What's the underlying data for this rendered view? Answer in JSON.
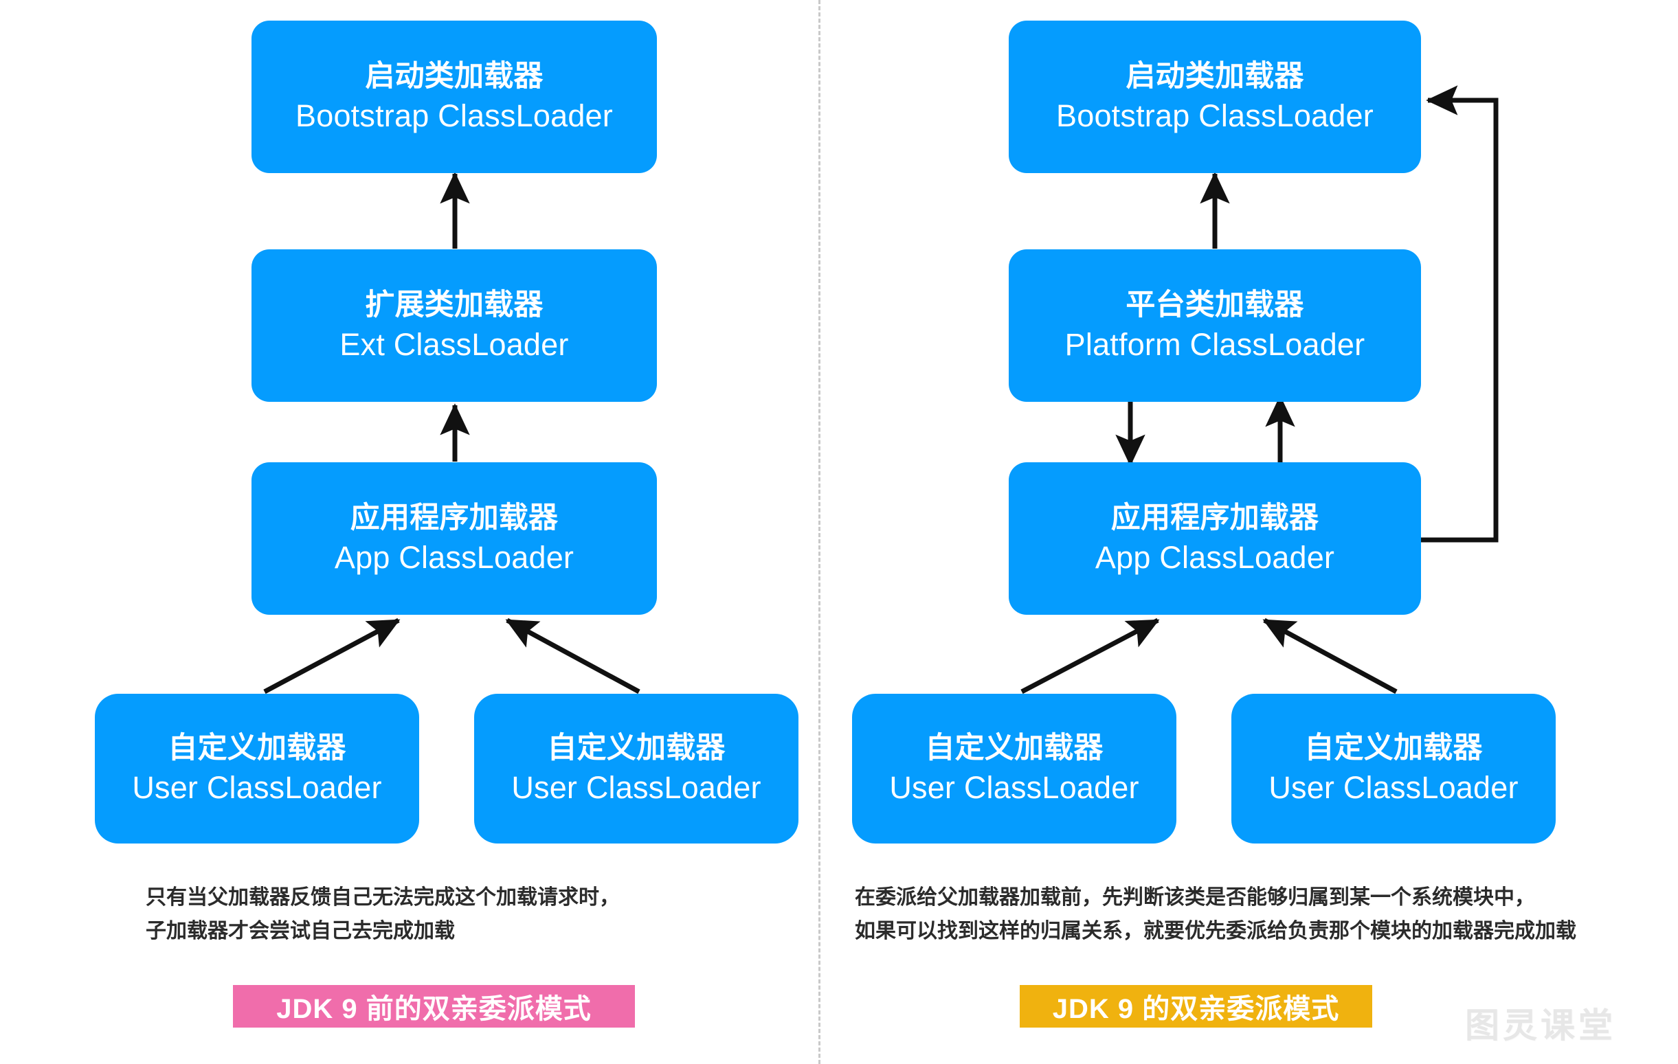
{
  "diagram": {
    "title_left": "JDK 9 前的双亲委派模式",
    "title_right": "JDK 9 的双亲委派模式",
    "watermark": "图灵课堂",
    "colors": {
      "node_blue": "#059CFE",
      "badge_pink": "#F06DAB",
      "badge_amber": "#F0B20F",
      "arrow_black": "#111111",
      "divider_gray": "#c9c9c9",
      "caption_text": "#2b2b2b",
      "watermark_gray": "#e7e7e7"
    }
  },
  "left_panel": {
    "nodes": {
      "bootstrap": {
        "cn": "启动类加载器",
        "en": "Bootstrap ClassLoader"
      },
      "ext": {
        "cn": "扩展类加载器",
        "en": "Ext ClassLoader"
      },
      "app": {
        "cn": "应用程序加载器",
        "en": "App ClassLoader"
      },
      "user_left": {
        "cn": "自定义加载器",
        "en": "User ClassLoader"
      },
      "user_right": {
        "cn": "自定义加载器",
        "en": "User ClassLoader"
      }
    },
    "caption": "只有当父加载器反馈自己无法完成这个加载请求时，\n子加载器才会尝试自己去完成加载",
    "badge": "JDK 9 前的双亲委派模式"
  },
  "right_panel": {
    "nodes": {
      "bootstrap": {
        "cn": "启动类加载器",
        "en": "Bootstrap ClassLoader"
      },
      "platform": {
        "cn": "平台类加载器",
        "en": "Platform ClassLoader"
      },
      "app": {
        "cn": "应用程序加载器",
        "en": "App ClassLoader"
      },
      "user_left": {
        "cn": "自定义加载器",
        "en": "User ClassLoader"
      },
      "user_right": {
        "cn": "自定义加载器",
        "en": "User ClassLoader"
      }
    },
    "caption": "在委派给父加载器加载前，先判断该类是否能够归属到某一个系统模块中，\n如果可以找到这样的归属关系，就要优先委派给负责那个模块的加载器完成加载",
    "badge": "JDK 9 的双亲委派模式"
  }
}
